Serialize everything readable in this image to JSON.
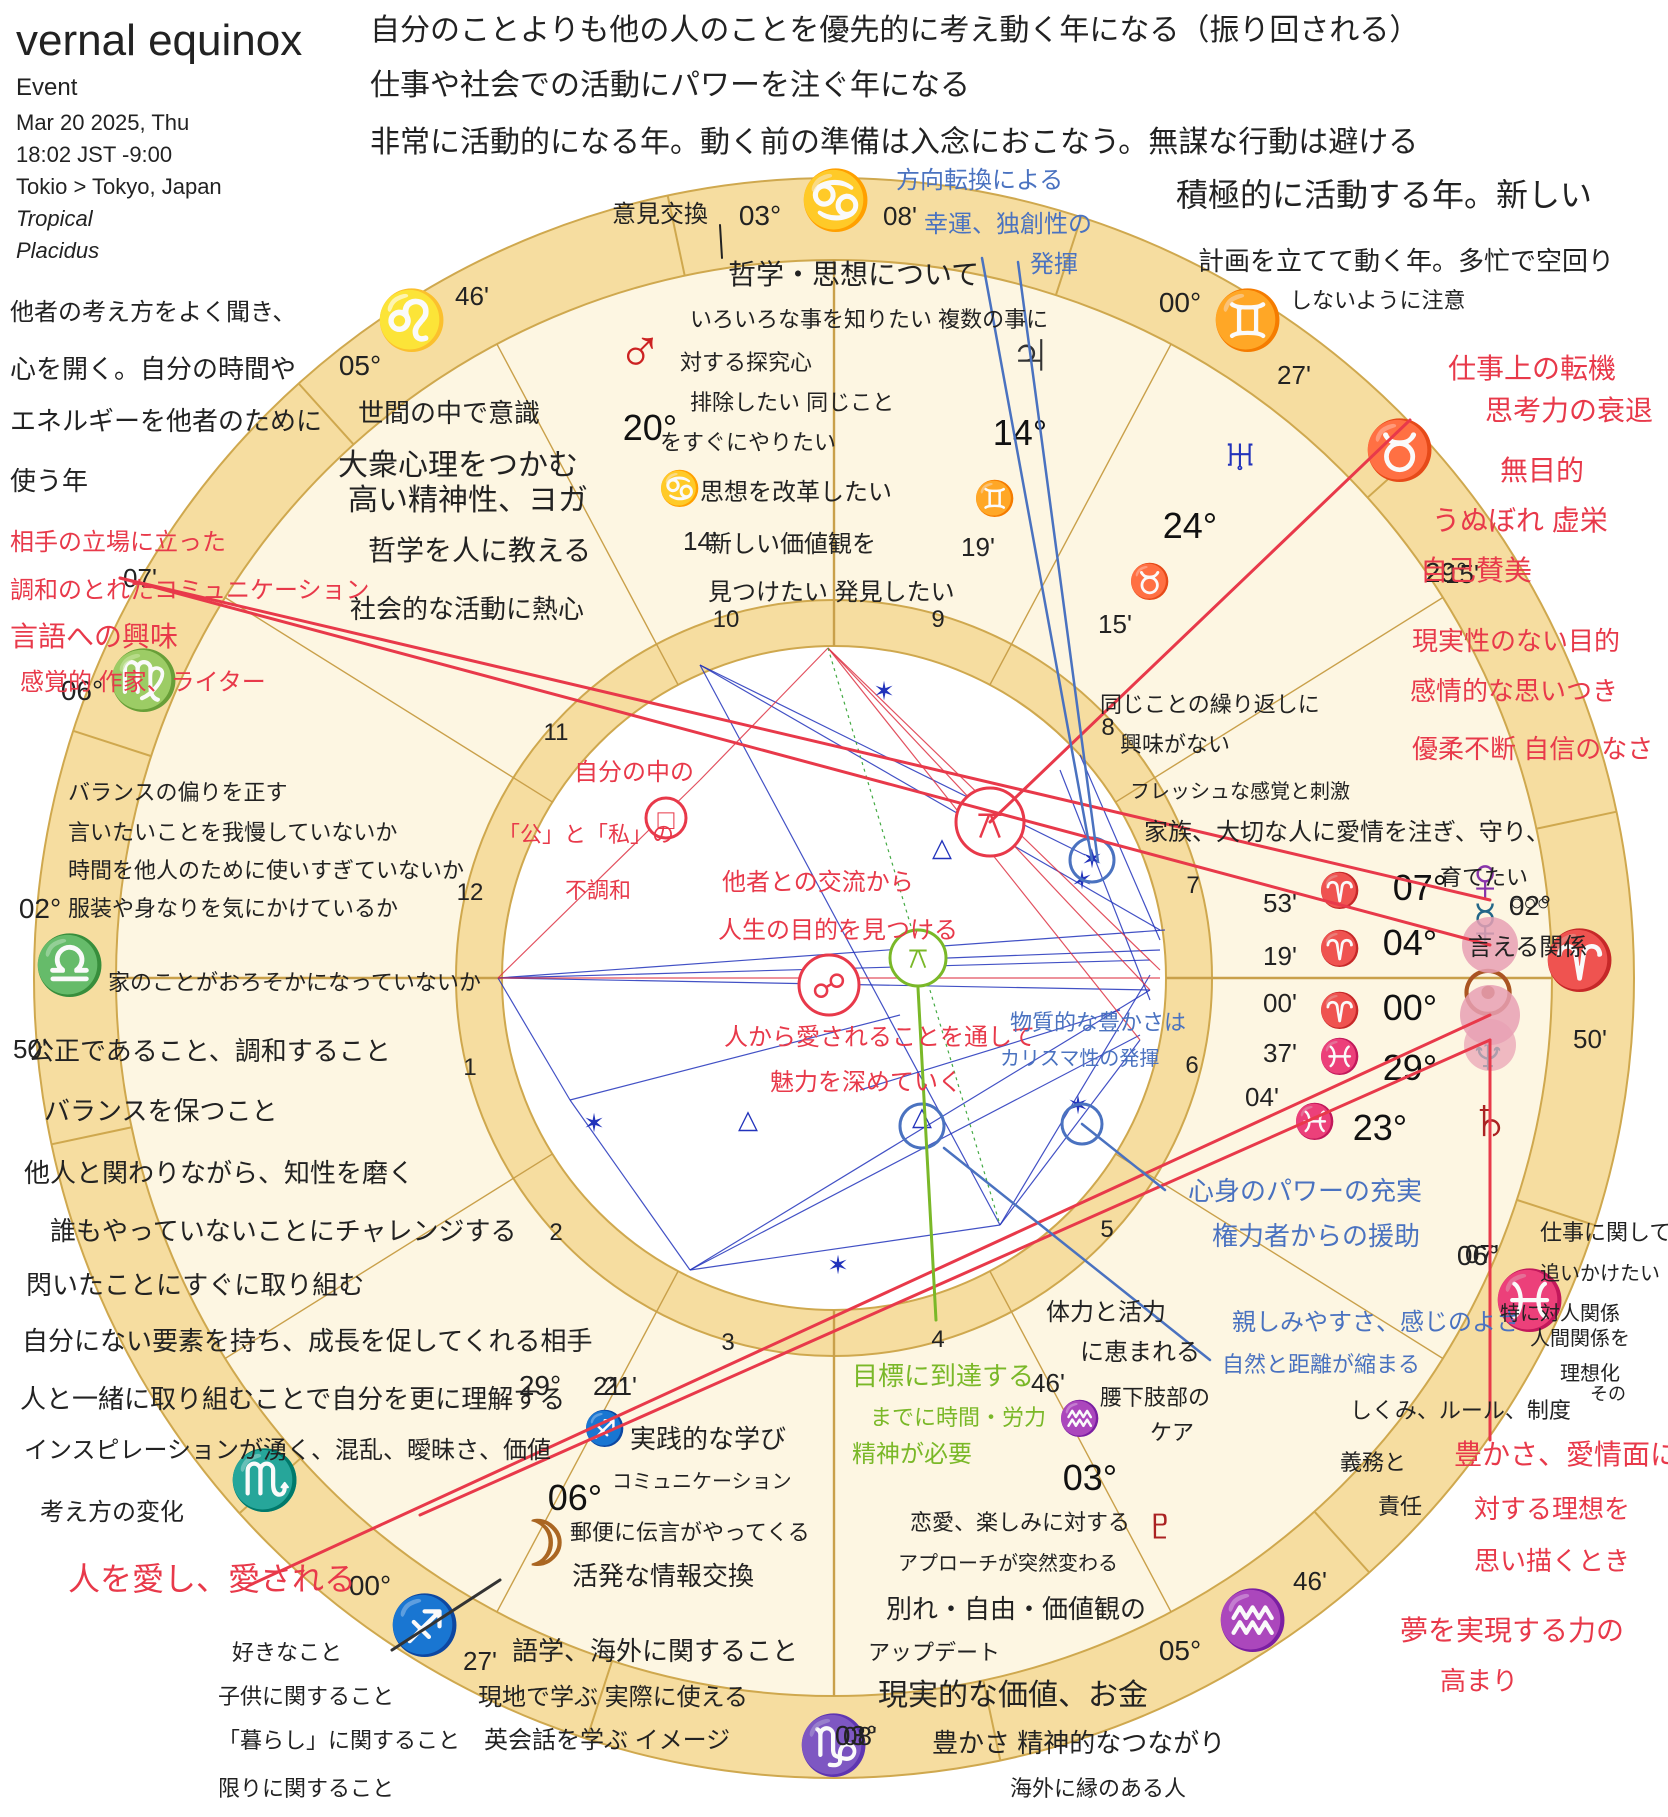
{
  "header": {
    "title": "vernal equinox",
    "type": "Event",
    "date": "Mar 20 2025, Thu",
    "time": "18:02 JST -9:00",
    "place": "Tokio > Tokyo, Japan",
    "zodiac": "Tropical",
    "houses": "Placidus"
  },
  "colors": {
    "wheel_outer": "#f6dda0",
    "wheel_inner": "#fdf6e2",
    "note_black": "#222222",
    "note_red": "#e8394a",
    "note_blue": "#4a72c0",
    "note_green": "#7ab828",
    "aspect_blue": "#2233bb",
    "aspect_red": "#dd3344"
  },
  "sign_labels": [
    {
      "name": "cancer-icon",
      "glyph": "♋",
      "color": "#2233bb",
      "deg": "03°",
      "min": "08'"
    },
    {
      "name": "gemini-icon",
      "glyph": "♊",
      "color": "#2bb0b0",
      "deg": "00°",
      "min": "27'"
    },
    {
      "name": "taurus-icon",
      "glyph": "♉",
      "color": "#8a8a22",
      "deg": "29°",
      "min": "15'"
    },
    {
      "name": "aries-icon",
      "glyph": "♈",
      "color": "#cc2222",
      "deg": "02°",
      "min": "50'"
    },
    {
      "name": "pisces-icon",
      "glyph": "♓",
      "color": "#2233bb",
      "deg": "06°",
      "min": "07'"
    },
    {
      "name": "aquarius-icon",
      "glyph": "♒",
      "color": "#2bb0b0",
      "deg": "05°",
      "min": "46'"
    },
    {
      "name": "capricorn-icon",
      "glyph": "♑",
      "color": "#8a8a22",
      "deg": "03°",
      "min": "08'"
    },
    {
      "name": "sagittarius-icon",
      "glyph": "♐",
      "color": "#cc2222",
      "deg": "00°",
      "min": "27'"
    },
    {
      "name": "scorpio-icon",
      "glyph": "♏",
      "color": "#2233bb",
      "deg": "29°",
      "min": "21'"
    },
    {
      "name": "libra-icon",
      "glyph": "♎",
      "color": "#2bb0b0",
      "deg": "02°",
      "min": "50'"
    },
    {
      "name": "virgo-icon",
      "glyph": "♍",
      "color": "#8a8a22",
      "deg": "06°",
      "min": "07'"
    },
    {
      "name": "leo-icon",
      "glyph": "♌",
      "color": "#cc2222",
      "deg": "05°",
      "min": "46'"
    }
  ],
  "house_numbers": [
    "1",
    "2",
    "3",
    "4",
    "5",
    "6",
    "7",
    "8",
    "9",
    "10",
    "11",
    "12"
  ],
  "planets": [
    {
      "name": "mars-icon",
      "glyph": "♂",
      "color": "#cc2222",
      "deg": "20°",
      "sign": "♋",
      "min": "14'"
    },
    {
      "name": "jupiter-icon",
      "glyph": "♃",
      "color": "#333333",
      "deg": "14°",
      "sign": "♊",
      "min": "19'"
    },
    {
      "name": "uranus-icon",
      "glyph": "♅",
      "color": "#2233bb",
      "deg": "24°",
      "sign": "♉",
      "min": "15'"
    },
    {
      "name": "venus-icon",
      "glyph": "♀",
      "color": "#8833aa",
      "deg": "07°",
      "sign": "♈",
      "min": "53'"
    },
    {
      "name": "mercury-icon",
      "glyph": "☿",
      "color": "#226688",
      "deg": "04°",
      "sign": "♈",
      "min": "19'"
    },
    {
      "name": "sun-icon",
      "glyph": "☉",
      "color": "#aa5522",
      "deg": "00°",
      "sign": "♈",
      "min": "00'"
    },
    {
      "name": "neptune-icon",
      "glyph": "♆",
      "color": "#229999",
      "deg": "29°",
      "sign": "♓",
      "min": "37'"
    },
    {
      "name": "saturn-icon",
      "glyph": "♄",
      "color": "#aa2222",
      "deg": "23°",
      "sign": "♓",
      "min": "04'"
    },
    {
      "name": "pluto-icon",
      "glyph": "♇",
      "color": "#aa2222",
      "deg": "03°",
      "sign": "♒",
      "min": "46'"
    },
    {
      "name": "moon-icon",
      "glyph": "☽",
      "color": "#aa6622",
      "deg": "06°",
      "sign": "♐",
      "min": "21'"
    }
  ],
  "aspect_glyphs": {
    "square": "□",
    "opposition": "☍",
    "quincunx": "⚻",
    "sextile": "✶",
    "trine": "△"
  },
  "notes": {
    "top1": "自分のことよりも他の人のことを優先的に考え動く年になる（振り回される）",
    "top2": "仕事や社会での活動にパワーを注ぐ年になる",
    "top3": "非常に活動的になる年。動く前の準備は入念におこなう。無謀な行動は避ける",
    "mc_top": "意見交換",
    "mc_1": "哲学・思想について",
    "mc_2": "いろいろな事を知りたい 複数の事に",
    "mc_3": "対する探究心",
    "mc_4": "排除したい 同じこと",
    "mc_5": "をすぐにやりたい",
    "mc_6": "思想を改革したい",
    "mc_7": "新しい価値観を",
    "mc_8": "見つけたい 発見したい",
    "blue_top1": "方向転換による",
    "blue_top2": "幸運、独創性の",
    "blue_top3": "発揮",
    "right_top1": "積極的に活動する年。新しい",
    "right_top2": "計画を立てて動く年。多忙で空回り",
    "right_top3": "しないように注意",
    "red_r1": "仕事上の転機",
    "red_r2": "思考力の衰退",
    "red_r3": "無目的",
    "red_r4": "うぬぼれ 虚栄",
    "red_r5": "自己賛美",
    "red_r6": "現実性のない目的",
    "red_r7": "感情的な思いつき",
    "red_r8": "優柔不断 自信のなさ",
    "left1": "他者の考え方をよく聞き、",
    "left2": "心を開く。自分の時間や",
    "left3": "エネルギーを他者のために",
    "left4": "使う年",
    "leo_1": "世間の中で意識",
    "leo_2": "大衆心理をつかむ",
    "leo_3": "高い精神性、ヨガ",
    "leo_4": "哲学を人に教える",
    "leo_5": "社会的な活動に熱心",
    "red_l1": "相手の立場に立った",
    "red_l2": "調和のとれたコミュニケーション",
    "red_l3": "言語への興味",
    "red_l4": "感覚的 作家、ライター",
    "bal1": "バランスの偏りを正す",
    "bal2": "言いたいことを我慢していないか",
    "bal3": "時間を他人のために使いすぎていないか",
    "bal4": "服装や身なりを気にかけているか",
    "bal5": "家のことがおろそかになっていないか",
    "red_c1": "自分の中の",
    "red_c2": "「公」と「私」の",
    "red_c3": "不調和",
    "red_c4": "他者との交流から",
    "red_c5": "人生の目的を見つける",
    "red_c6": "人から愛されることを通して",
    "red_c7": "魅力を深めていく",
    "h8_1": "同じことの繰り返しに",
    "h8_2": "興味がない",
    "h8_3": "フレッシュな感覚と刺激",
    "h7_1": "家族、大切な人に愛情を注ぎ、守り、",
    "h7_2": "育てたい",
    "h7_3": "○○○",
    "h7_4": "言える関係",
    "blue_c1": "物質的な豊かさは",
    "blue_c2": "カリスマ性の発揮",
    "blue_r1": "心身のパワーの充実",
    "blue_r2": "権力者からの援助",
    "blue_r3": "親しみやすさ、感じのよさ",
    "blue_r4": "自然と距離が縮まる",
    "fair1": "公正であること、調和すること",
    "fair2": "バランスを保つこと",
    "fair3": "他人と関わりながら、知性を磨く",
    "fair4": "誰もやっていないことにチャレンジする",
    "fair5": "閃いたことにすぐに取り組む",
    "fair6": "自分にない要素を持ち、成長を促してくれる相手",
    "fair7": "人と一緒に取り組むことで自分を更に理解する",
    "fair8": "インスピレーションが湧く、混乱、曖昧さ、価値",
    "fair9": "考え方の変化",
    "red_love": "人を愛し、愛される",
    "bot_l1": "好きなこと",
    "bot_l2": "子供に関すること",
    "bot_l3": "「暮らし」に関すること",
    "bot_l4": "限りに関すること",
    "sag1": "実践的な学び",
    "sag2": "コミュニケーション",
    "sag3": "郵便に伝言がやってくる",
    "sag4": "活発な情報交換",
    "sag5": "語学、海外に関すること",
    "sag6": "現地で学ぶ 実際に使える",
    "sag7": "英会話を学ぶ イメージ",
    "green1": "目標に到達する",
    "green2": "までに時間・労力",
    "green3": "精神が必要",
    "h4_1": "体力と活力",
    "h4_2": "に恵まれる",
    "h4_3": "腰下肢部の",
    "h4_4": "ケア",
    "aq1": "恋愛、楽しみに対する",
    "aq2": "アプローチが突然変わる",
    "aq3": "別れ・自由・価値観の",
    "aq4": "アップデート",
    "aq5": "現実的な価値、お金",
    "aq6": "豊かさ 精神的なつながり",
    "aq7": "海外に縁のある人",
    "pis1": "仕事に関して夢、理想を",
    "pis2": "追いかけたい",
    "pis3": "特に対人関係",
    "pis4": "人間関係を",
    "pis5": "理想化",
    "pis6": "その",
    "pis7": "しくみ、ルール、制度",
    "pis8": "義務と",
    "pis9": "責任",
    "red_b1": "豊かさ、愛情面に",
    "red_b2": "対する理想を",
    "red_b3": "思い描くとき",
    "red_b4": "夢を実現する力の",
    "red_b5": "高まり"
  }
}
